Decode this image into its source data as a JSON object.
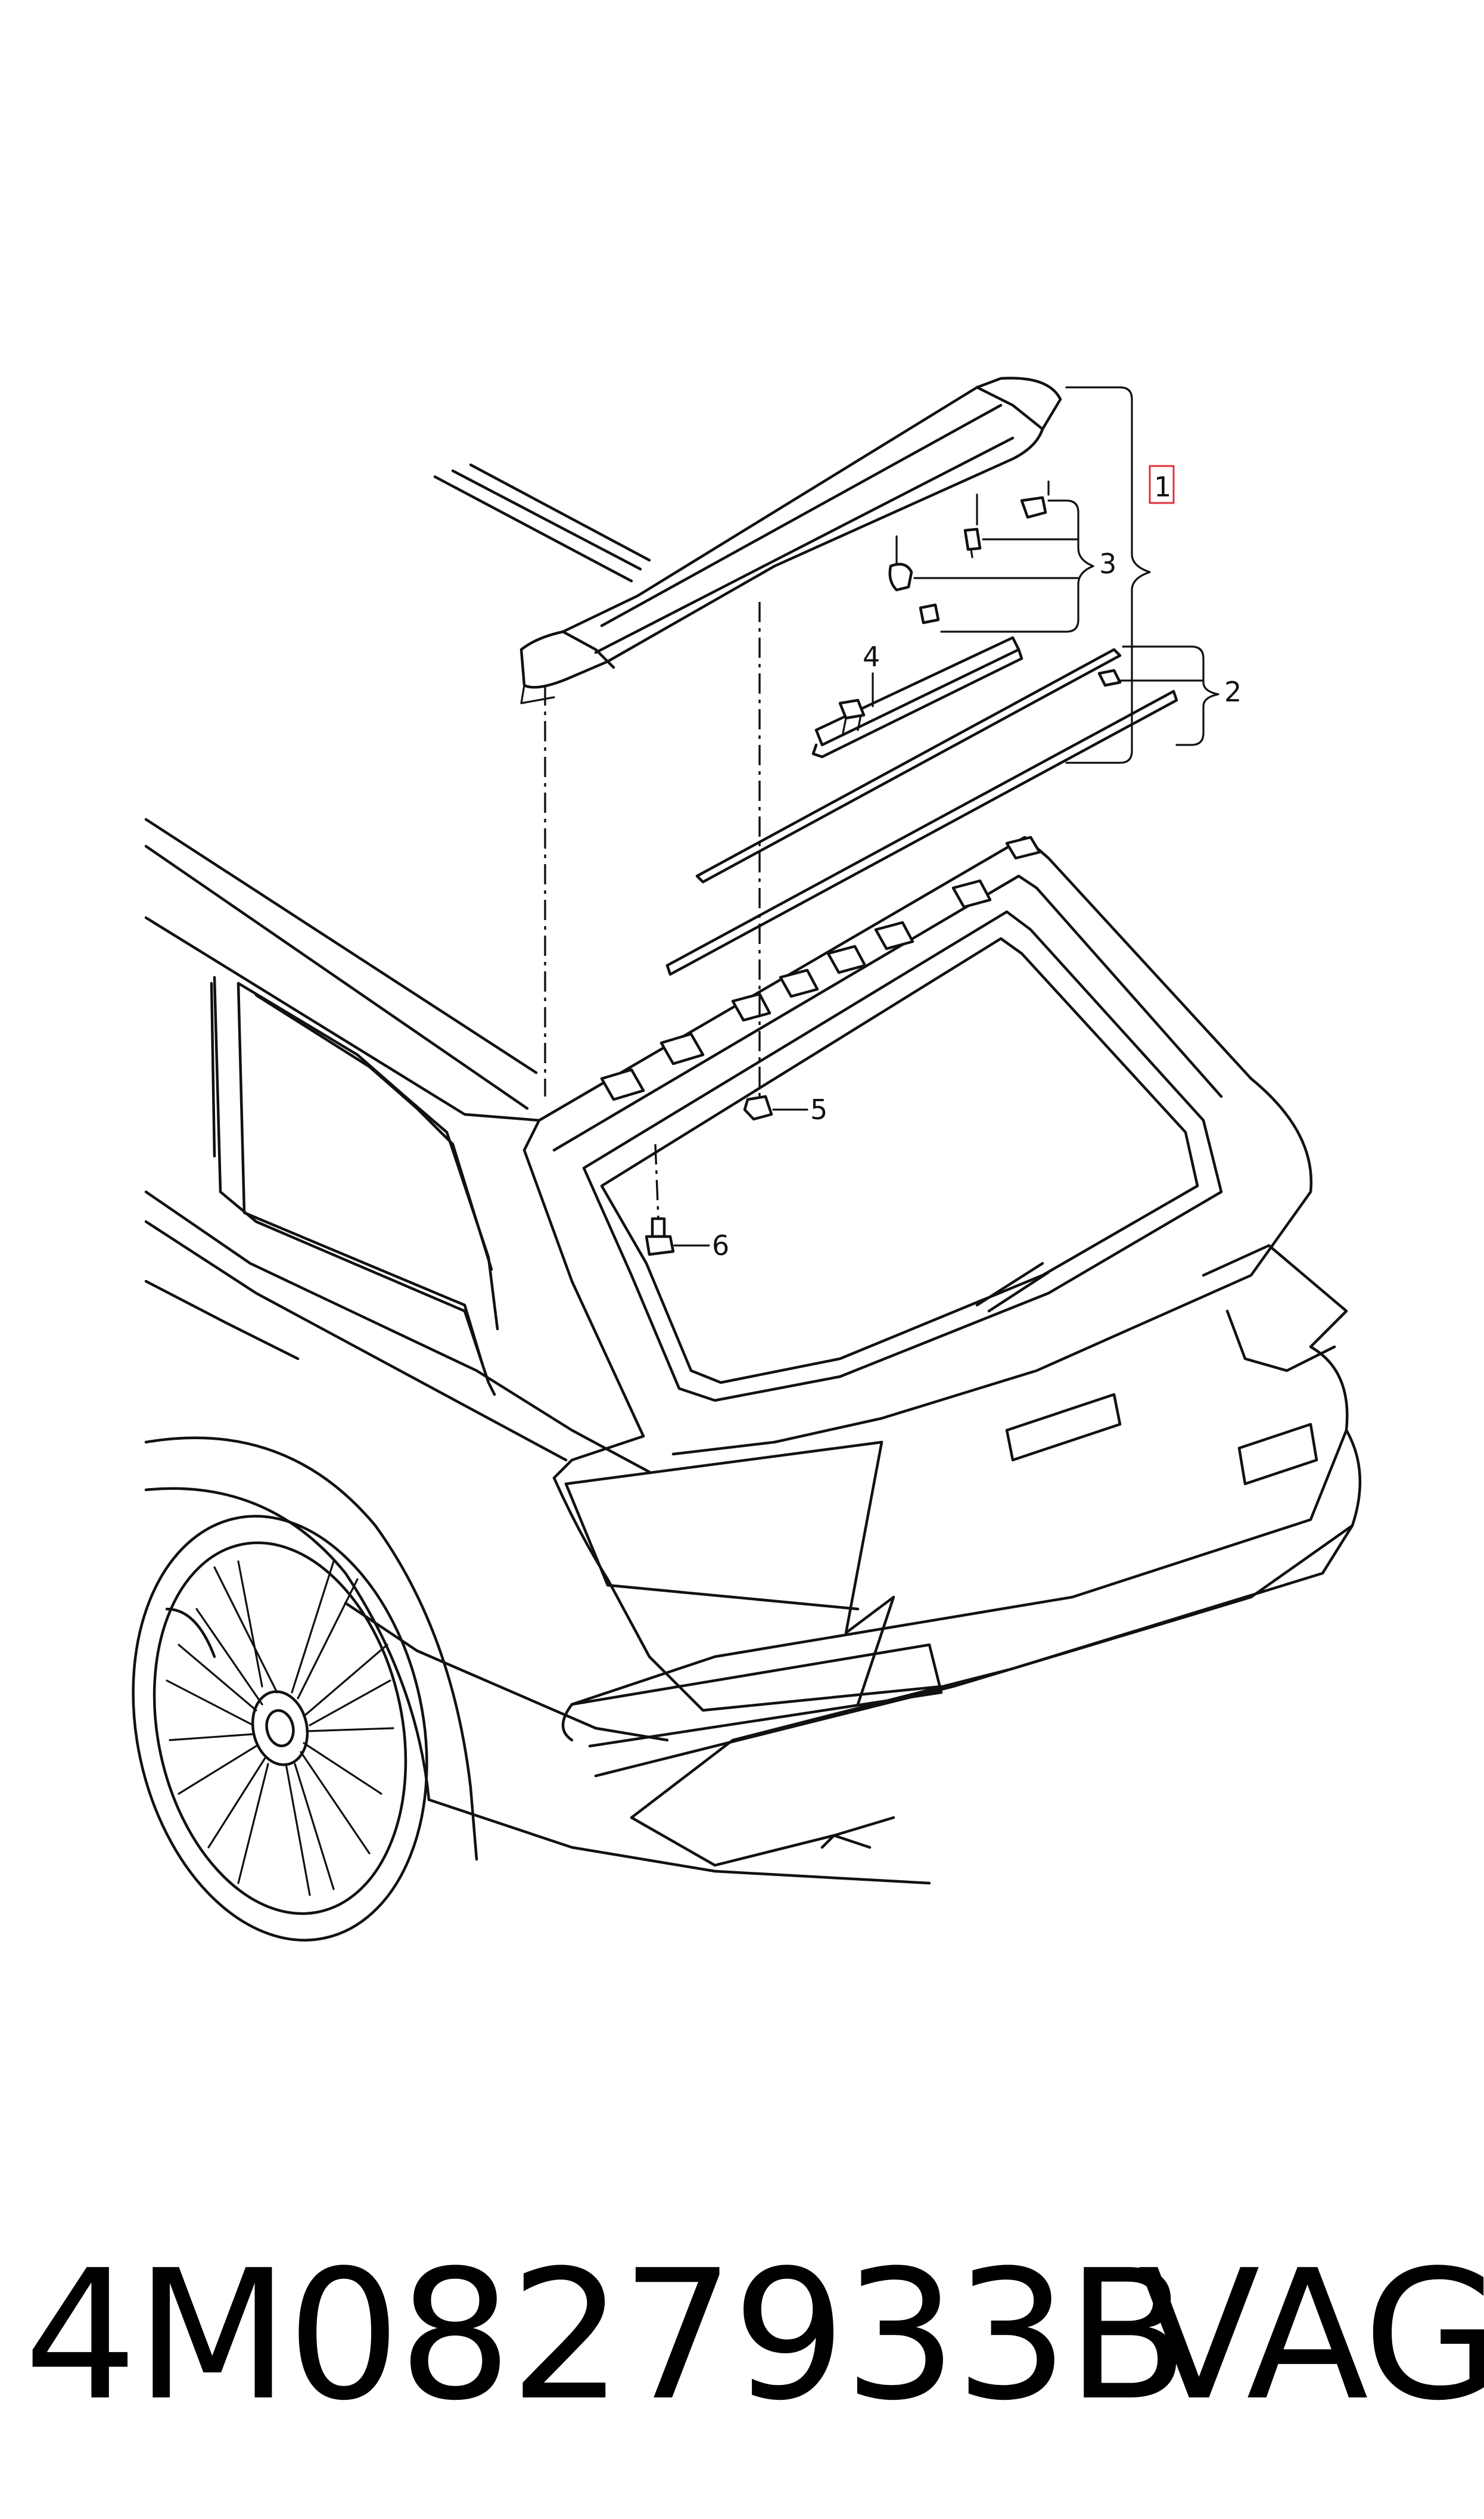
{
  "callouts": {
    "c1": "1",
    "c2": "2",
    "c3": "3",
    "c4": "4",
    "c5": "5",
    "c6": "6"
  },
  "footer": {
    "part_number": "4M0827933B",
    "brand": "VAG"
  },
  "colors": {
    "line": "#111111",
    "highlight_box": "#e0303a",
    "background": "#ffffff"
  }
}
